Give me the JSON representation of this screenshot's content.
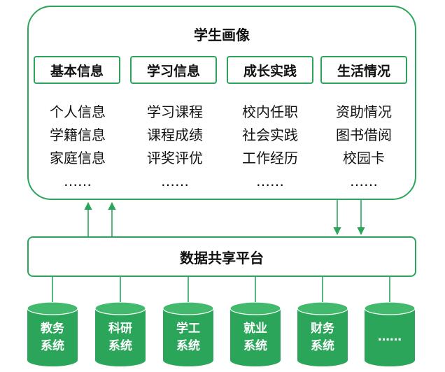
{
  "colors": {
    "accent": "#2aa55a",
    "cylinder_fill": "#2aa55a",
    "cylinder_top": "#43b96d"
  },
  "portrait": {
    "title": "学生画像",
    "categories": [
      {
        "label": "基本信息",
        "items": [
          "个人信息",
          "学籍信息",
          "家庭信息",
          "……"
        ]
      },
      {
        "label": "学习信息",
        "items": [
          "学习课程",
          "课程成绩",
          "评奖评优",
          "……"
        ]
      },
      {
        "label": "成长实践",
        "items": [
          "校内任职",
          "社会实践",
          "工作经历",
          "……"
        ]
      },
      {
        "label": "生活情况",
        "items": [
          "资助情况",
          "图书借阅",
          "校园卡",
          "……"
        ]
      }
    ]
  },
  "platform": {
    "label": "数据共享平台"
  },
  "systems": [
    {
      "line1": "教务",
      "line2": "系统"
    },
    {
      "line1": "科研",
      "line2": "系统"
    },
    {
      "line1": "学工",
      "line2": "系统"
    },
    {
      "line1": "就业",
      "line2": "系统"
    },
    {
      "line1": "财务",
      "line2": "系统"
    },
    {
      "line1": "……",
      "line2": ""
    }
  ]
}
